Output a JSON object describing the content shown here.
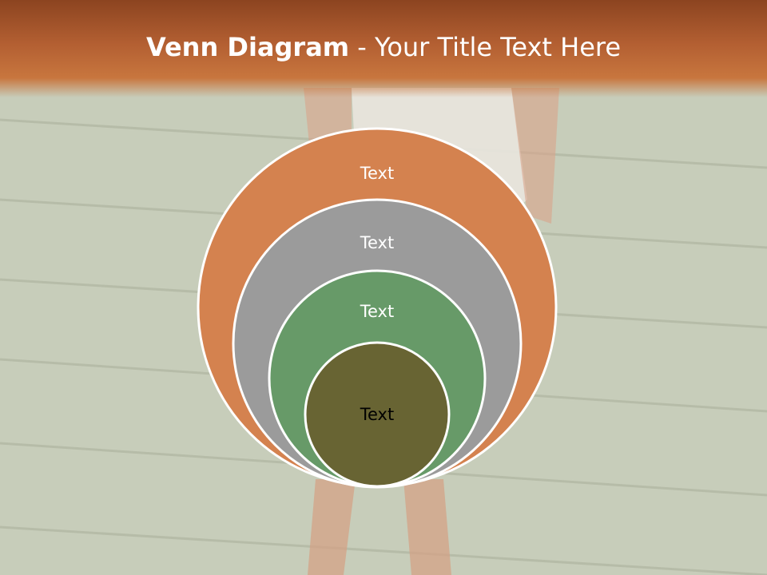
{
  "slide": {
    "title_bold": "Venn Diagram",
    "title_rest": " - Your Title Text Here"
  },
  "diagram": {
    "type": "nested-circles",
    "circles": [
      {
        "label": "Text",
        "fill": "#d4824f",
        "text_color": "#ffffff"
      },
      {
        "label": "Text",
        "fill": "#9b9b9b",
        "text_color": "#ffffff"
      },
      {
        "label": "Text",
        "fill": "#679a68",
        "text_color": "#ffffff"
      },
      {
        "label": "Text",
        "fill": "#686433",
        "text_color": "#000000"
      }
    ]
  },
  "colors": {
    "title_bar": "#b35f32",
    "background": "#c9cfbd"
  }
}
